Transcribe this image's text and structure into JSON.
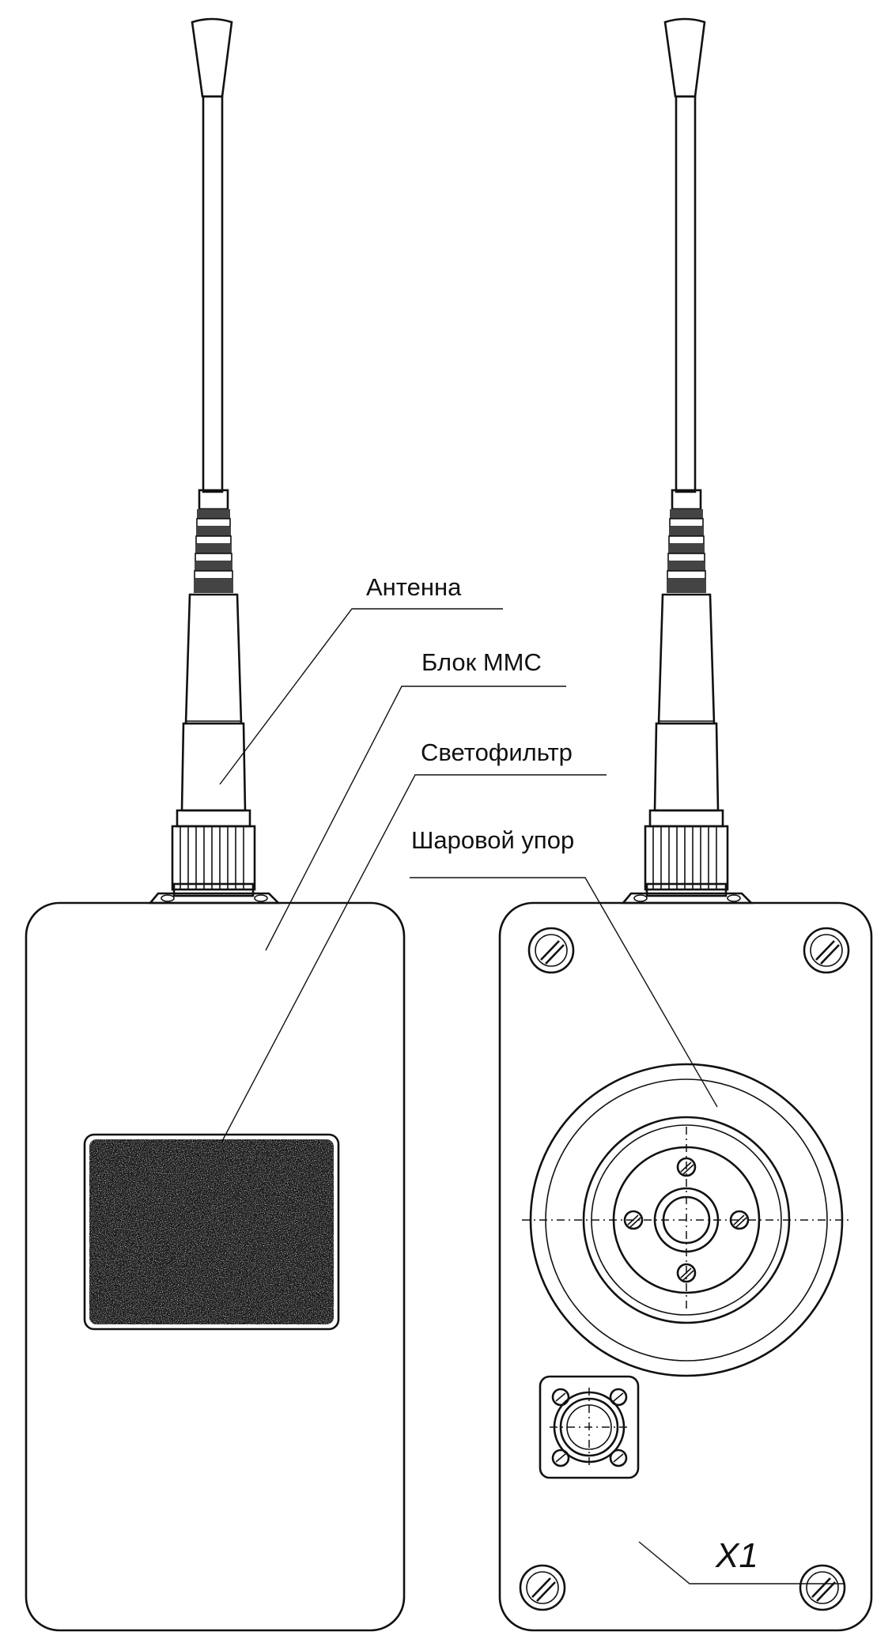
{
  "labels": {
    "antenna": "Антенна",
    "mms_block": "Блок ММС",
    "light_filter": "Светофильтр",
    "ball_stop": "Шаровой упор",
    "connector": "X1"
  },
  "colors": {
    "body_fill": "#c4c4c4",
    "antenna_dark": "#3a3a3a",
    "antenna_light": "#c8c8c8",
    "ink": "#111111",
    "filter_fill": "#151515"
  }
}
